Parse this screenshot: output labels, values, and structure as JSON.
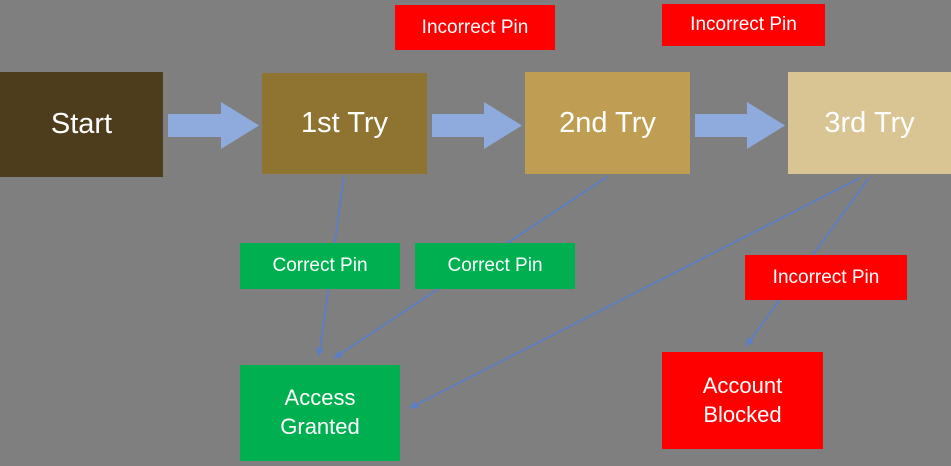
{
  "colors": {
    "background": "#7f7f7f",
    "big_arrow": "#8faadc",
    "connector": "#5b7ec4",
    "start_box": "#4e3d1c",
    "try1_box": "#8e7430",
    "try2_box": "#bf9d52",
    "try3_box": "#d9c593",
    "red_box": "#ff0000",
    "green_box": "#00b050"
  },
  "nodes": {
    "start": {
      "label": "Start"
    },
    "try1": {
      "label": "1st Try"
    },
    "try2": {
      "label": "2nd Try"
    },
    "try3": {
      "label": "3rd Try"
    },
    "incorrect_pin_top1": {
      "label": "Incorrect Pin"
    },
    "incorrect_pin_top2": {
      "label": "Incorrect Pin"
    },
    "correct_pin_1": {
      "label": "Correct Pin"
    },
    "correct_pin_2": {
      "label": "Correct Pin"
    },
    "incorrect_pin_bottom": {
      "label": "Incorrect Pin"
    },
    "access_granted": {
      "label": "Access Granted"
    },
    "account_blocked": {
      "label": "Account Blocked"
    }
  }
}
